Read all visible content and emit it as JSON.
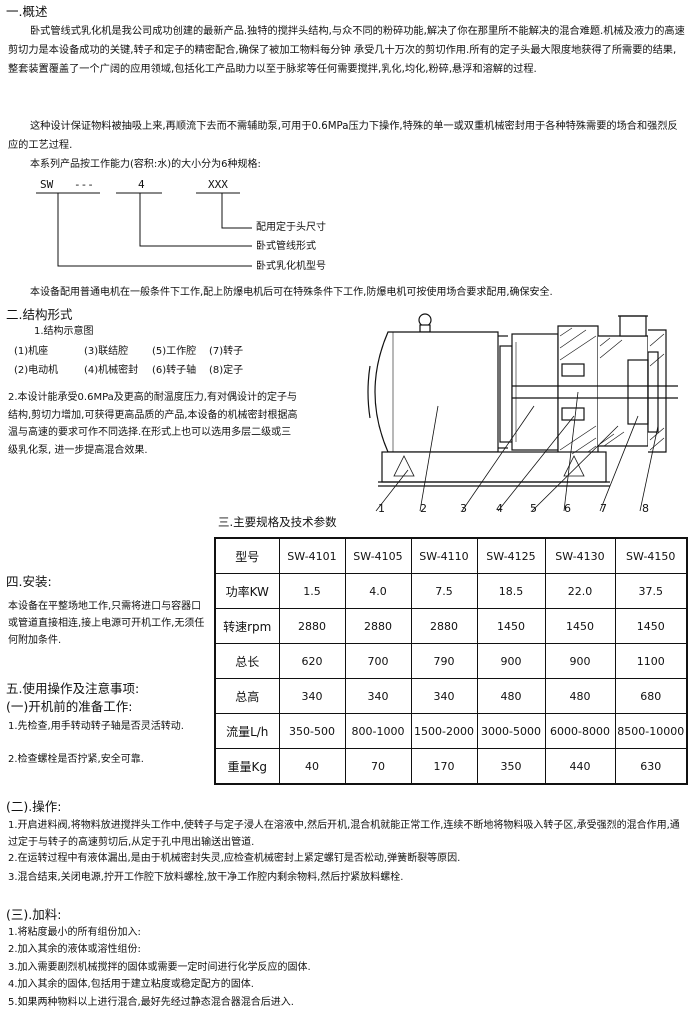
{
  "overview": {
    "heading": "一.概述",
    "para1": "卧式管线式乳化机是我公司成功创建的最新产品.独特的搅拌头结构,与众不同的粉碎功能,解决了你在那里所不能解决的混合难题.机械及液力的高速剪切力是本设备成功的关键,转子和定子的精密配合,确保了被加工物料每分钟 承受几十万次的剪切作用.所有的定子头最大限度地获得了所需要的结果,整套装置覆盖了一个广阔的应用领域,包括化工产品助力以至于脉浆等任何需要搅拌,乳化,均化,粉碎,悬浮和溶解的过程.",
    "para2": "这种设计保证物料被抽吸上来,再顺流下去而不需辅助泵,可用于0.6MPa压力下操作,特殊的单一或双重机械密封用于各种特殊需要的场合和强烈反应的工艺过程.",
    "spec_intro": "本系列产品按工作能力(容积:水)的大小分为6种规格:",
    "model_code": {
      "part1": "SW",
      "dashes": "---",
      "part2": "4",
      "part3": "XXX",
      "label1": "配用定于头尺寸",
      "label2": "卧式管线形式",
      "label3": "卧式乳化机型号"
    },
    "motor_note": "本设备配用普通电机在一般条件下工作,配上防爆电机后可在特殊条件下工作,防爆电机可按使用场合要求配用,确保安全."
  },
  "structure": {
    "heading": "二.结构形式",
    "sub": "1.结构示意图",
    "parts": [
      "(1)机座",
      "(3)联结腔",
      "(5)工作腔",
      "(7)转子",
      "(2)电动机",
      "(4)机械密封",
      "(6)转子轴",
      "(8)定子"
    ],
    "para": "2.本设计能承受0.6MPa及更高的耐温度压力,有对偶设计的定子与结构,剪切力增加,可获得更高品质的产品,本设备的机械密封根据高温与高速的要求可作不同选择.在形式上也可以选用多层二级或三级乳化泵, 进一步提高混合效果.",
    "callouts": [
      "1",
      "2",
      "3",
      "4",
      "5",
      "6",
      "7",
      "8"
    ]
  },
  "specs": {
    "heading": "三.主要规格及技术参数",
    "header_label": "型号",
    "models": [
      "SW-4101",
      "SW-4105",
      "SW-4110",
      "SW-4125",
      "SW-4130",
      "SW-4150"
    ],
    "rows": [
      {
        "label": "功率KW",
        "values": [
          "1.5",
          "4.0",
          "7.5",
          "18.5",
          "22.0",
          "37.5"
        ]
      },
      {
        "label": "转速rpm",
        "values": [
          "2880",
          "2880",
          "2880",
          "1450",
          "1450",
          "1450"
        ]
      },
      {
        "label": "总长",
        "values": [
          "620",
          "700",
          "790",
          "900",
          "900",
          "1100"
        ]
      },
      {
        "label": "总高",
        "values": [
          "340",
          "340",
          "340",
          "480",
          "480",
          "680"
        ]
      },
      {
        "label": "流量L/h",
        "values": [
          "350-500",
          "800-1000",
          "1500-2000",
          "3000-5000",
          "6000-8000",
          "8500-10000"
        ]
      },
      {
        "label": "重量Kg",
        "values": [
          "40",
          "70",
          "170",
          "350",
          "440",
          "630"
        ]
      }
    ]
  },
  "install": {
    "heading": "四.安装:",
    "para": "本设备在平整场地工作,只需将进口与容器口或管道直接相连,接上电源可开机工作,无须任何附加条件."
  },
  "usage": {
    "heading": "五.使用操作及注意事项:",
    "prep_heading": "(一)开机前的准备工作:",
    "prep": [
      "1.先检查,用手转动转子轴是否灵活转动.",
      "2.检查螺栓是否拧紧,安全可靠."
    ],
    "op_heading": "(二).操作:",
    "op": [
      "1.开启进料阀,将物料放进搅拌头工作中,使转子与定子浸人在溶液中,然后开机,混合机就能正常工作,连续不断地将物料吸入转子区,承受强烈的混合作用,通过定于与转子的高速剪切后,从定于孔中甩出输送出管道.",
      "2.在运转过程中有液体漏出,是由于机械密封失灵,应检查机械密封上紧定螺钉是否松动,弹簧断裂等原因.",
      "3.混合结束,关闭电源,拧开工作腔下放料螺栓,放干净工作腔内剩余物料,然后拧紧放料螺栓."
    ],
    "add_heading": "(三).加料:",
    "add": [
      "1.将粘度最小的所有组份加入:",
      "2.加入其余的液体或溶性组份:",
      "3.加入需要剧烈机械搅拌的固体或需要一定时间进行化学反应的固体.",
      "4.加入其余的固体,包括用于建立粘度或稳定配方的固体.",
      "5.如果两种物料以上进行混合,最好先经过静态混合器混合后进入."
    ]
  }
}
